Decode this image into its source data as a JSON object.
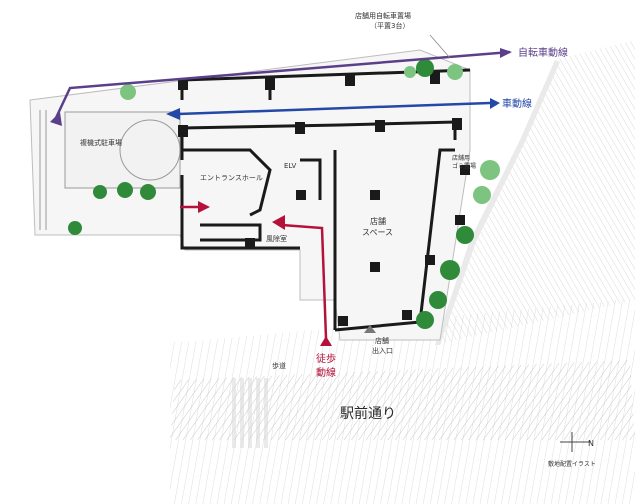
{
  "labels": {
    "bicycle_parking": "店舗用自転車置場",
    "bicycle_parking_capacity": "（平置3台）",
    "bicycle_route": "自転車動線",
    "car_route": "車動線",
    "mechanical_parking": "複機式駐車場",
    "elevator": "ELV",
    "entrance_hall": "エントランスホール",
    "windbreak_room": "風除室",
    "store_space_line1": "店舗",
    "store_space_line2": "スペース",
    "store_bicycle_line1": "店舗用",
    "store_bicycle_line2": "ゴミ置場",
    "store_entrance_line1": "店舗",
    "store_entrance_line2": "出入口",
    "sidewalk": "歩道",
    "pedestrian_route_line1": "徒歩",
    "pedestrian_route_line2": "動線",
    "street_name": "駅前通り",
    "compass_letter": "N",
    "caption": "敷地配置イラスト"
  },
  "colors": {
    "bicycle_route": "#5b3f8a",
    "car_route": "#2448a8",
    "pedestrian_route": "#b5123b",
    "tree": "#2f8a3a",
    "tree_light": "#7cc47f",
    "wall": "#1a1a1a",
    "hatch": "#bdbdbd"
  }
}
